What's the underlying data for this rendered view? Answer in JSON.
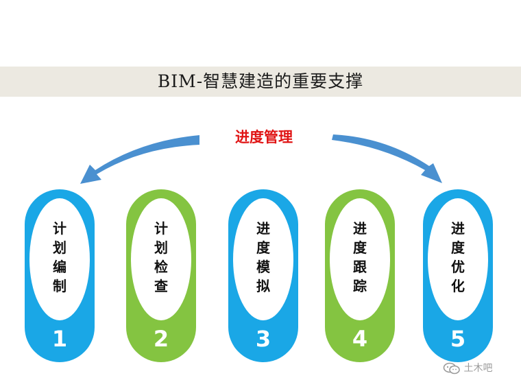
{
  "title": "BIM-智慧建造的重要支撑",
  "subtitle": "进度管理",
  "colors": {
    "blue": "#1aa7e6",
    "green": "#84c441",
    "accent": "#e01414",
    "arrow": "#4a90d0"
  },
  "steps": [
    {
      "number": "1",
      "chars": [
        "计",
        "划",
        "编",
        "制"
      ],
      "color": "blue"
    },
    {
      "number": "2",
      "chars": [
        "计",
        "划",
        "检",
        "查"
      ],
      "color": "green"
    },
    {
      "number": "3",
      "chars": [
        "进",
        "度",
        "模",
        "拟"
      ],
      "color": "blue"
    },
    {
      "number": "4",
      "chars": [
        "进",
        "度",
        "跟",
        "踪"
      ],
      "color": "green"
    },
    {
      "number": "5",
      "chars": [
        "进",
        "度",
        "优",
        "化"
      ],
      "color": "blue"
    }
  ],
  "watermark": {
    "text": "土木吧",
    "icon": "wechat-icon"
  }
}
